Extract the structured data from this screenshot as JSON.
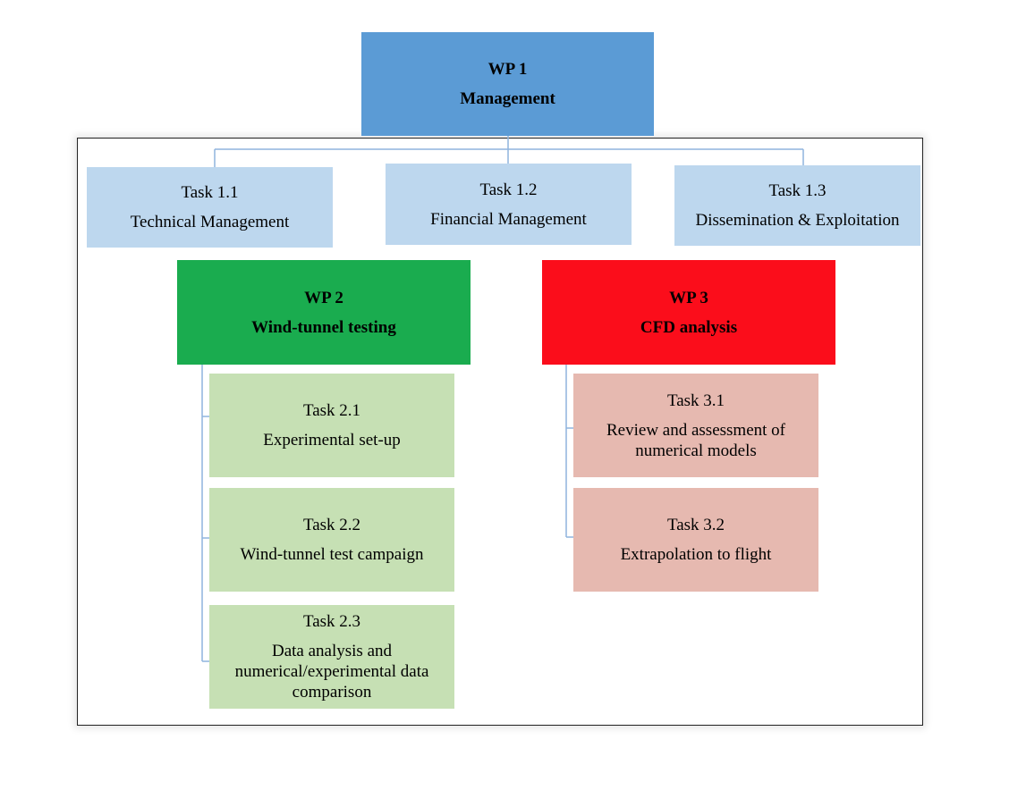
{
  "wp1": {
    "id": "WP 1",
    "title": "Management"
  },
  "wp1_tasks": [
    {
      "id": "Task 1.1",
      "title": "Technical Management"
    },
    {
      "id": "Task 1.2",
      "title": "Financial Management"
    },
    {
      "id": "Task 1.3",
      "title": "Dissemination & Exploitation"
    }
  ],
  "wp2": {
    "id": "WP 2",
    "title": "Wind-tunnel testing"
  },
  "wp2_tasks": [
    {
      "id": "Task 2.1",
      "title": "Experimental set-up"
    },
    {
      "id": "Task 2.2",
      "title": "Wind-tunnel test campaign"
    },
    {
      "id": "Task 2.3",
      "title": "Data analysis and numerical/experimental data comparison"
    }
  ],
  "wp3": {
    "id": "WP 3",
    "title": "CFD analysis"
  },
  "wp3_tasks": [
    {
      "id": "Task 3.1",
      "title": "Review and assessment of numerical models"
    },
    {
      "id": "Task 3.2",
      "title": "Extrapolation to flight"
    }
  ],
  "colors": {
    "wp1": "#5b9bd5",
    "wp2": "#1aac4f",
    "wp3": "#fb0d1b",
    "task1": "#bdd7ee",
    "task2": "#c6e0b4",
    "task3": "#e6b9b0",
    "connector": "#8fb4de"
  }
}
